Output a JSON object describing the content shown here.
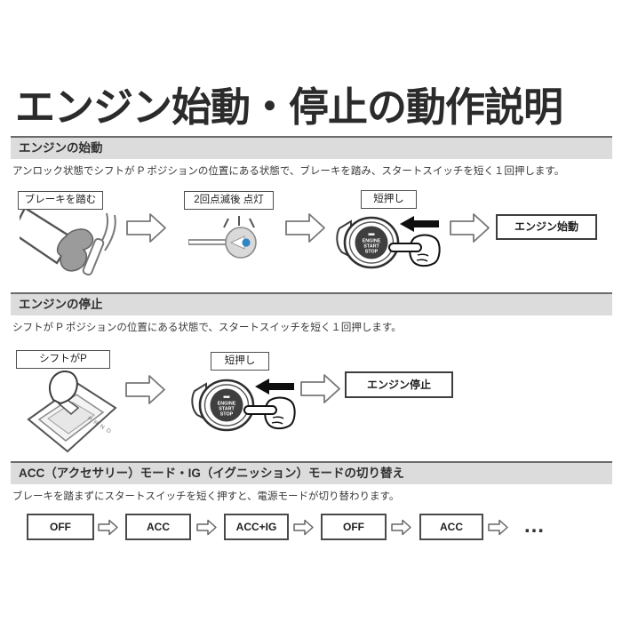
{
  "title": "エンジン始動・停止の動作説明",
  "engine_button": {
    "line1": "ENGINE",
    "line2": "START",
    "line3": "STOP"
  },
  "sections": [
    {
      "header": "エンジンの始動",
      "description": "アンロック状態でシフトが P ポジションの位置にある状態で、ブレーキを踏み、スタートスイッチを短く１回押します。",
      "step1": "ブレーキを踏む",
      "step2": "2回点滅後 点灯",
      "step3": "短押し",
      "result": "エンジン始動"
    },
    {
      "header": "エンジンの停止",
      "description": "シフトが P ポジションの位置にある状態で、スタートスイッチを短く１回押します。",
      "step1": "シフトがP",
      "step2": "短押し",
      "result": "エンジン停止"
    },
    {
      "header": "ACC（アクセサリー）モード・IG（イグニッション）モードの切り替え",
      "description": "ブレーキを踏まずにスタートスイッチを短く押すと、電源モードが切り替わります。",
      "modes": [
        "OFF",
        "ACC",
        "ACC+IG",
        "OFF",
        "ACC"
      ],
      "more": "…"
    }
  ],
  "colors": {
    "header_bar_bg": "#dcdcdc",
    "header_bar_top_border": "#6b6b6b",
    "indicator_led_blue": "#2f86c4",
    "button_face_dark": "#3f3f3f"
  }
}
